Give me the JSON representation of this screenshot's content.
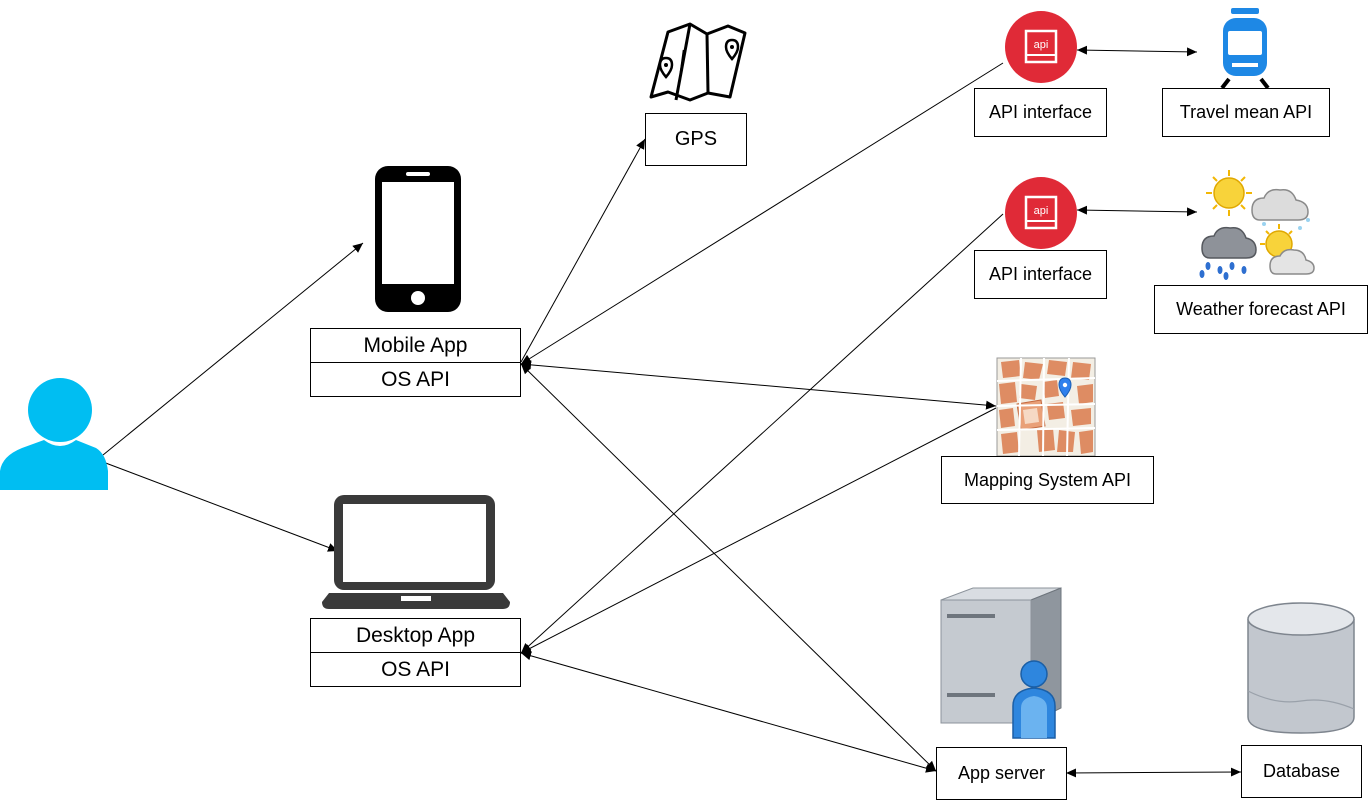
{
  "nodes": {
    "user": {
      "icon": "user-icon"
    },
    "mobile": {
      "app_label": "Mobile App",
      "os_label": "OS API",
      "icon": "smartphone-icon"
    },
    "desktop": {
      "app_label": "Desktop App",
      "os_label": "OS API",
      "icon": "laptop-icon"
    },
    "gps": {
      "label": "GPS",
      "icon": "folded-map-icon"
    },
    "api_interface_1": {
      "label": "API interface",
      "icon": "api-icon"
    },
    "api_interface_2": {
      "label": "API interface",
      "icon": "api-icon"
    },
    "travel": {
      "label": "Travel mean API",
      "icon": "train-icon"
    },
    "weather": {
      "label": "Weather forecast API",
      "icon": "weather-icon"
    },
    "mapping": {
      "label": "Mapping System API",
      "icon": "city-map-icon"
    },
    "app_server": {
      "label": "App server",
      "icon": "server-icon"
    },
    "database": {
      "label": "Database",
      "icon": "database-icon"
    }
  },
  "edges": [
    {
      "from": "user",
      "to": "mobile",
      "direction": "forward"
    },
    {
      "from": "user",
      "to": "desktop",
      "direction": "forward"
    },
    {
      "from": "mobile",
      "to": "gps",
      "direction": "forward"
    },
    {
      "from": "mobile",
      "to": "api_interface_1",
      "direction": "backward"
    },
    {
      "from": "mobile",
      "to": "mapping",
      "direction": "both"
    },
    {
      "from": "mobile",
      "to": "app_server",
      "direction": "both"
    },
    {
      "from": "desktop",
      "to": "api_interface_2",
      "direction": "backward"
    },
    {
      "from": "desktop",
      "to": "mapping",
      "direction": "backward"
    },
    {
      "from": "desktop",
      "to": "app_server",
      "direction": "both"
    },
    {
      "from": "api_interface_1",
      "to": "travel",
      "direction": "both"
    },
    {
      "from": "api_interface_2",
      "to": "weather",
      "direction": "both"
    },
    {
      "from": "app_server",
      "to": "database",
      "direction": "both"
    }
  ],
  "colors": {
    "user": "#00BEF2",
    "api": "#E02A37",
    "train": "#1E88E5",
    "line": "#000000"
  }
}
